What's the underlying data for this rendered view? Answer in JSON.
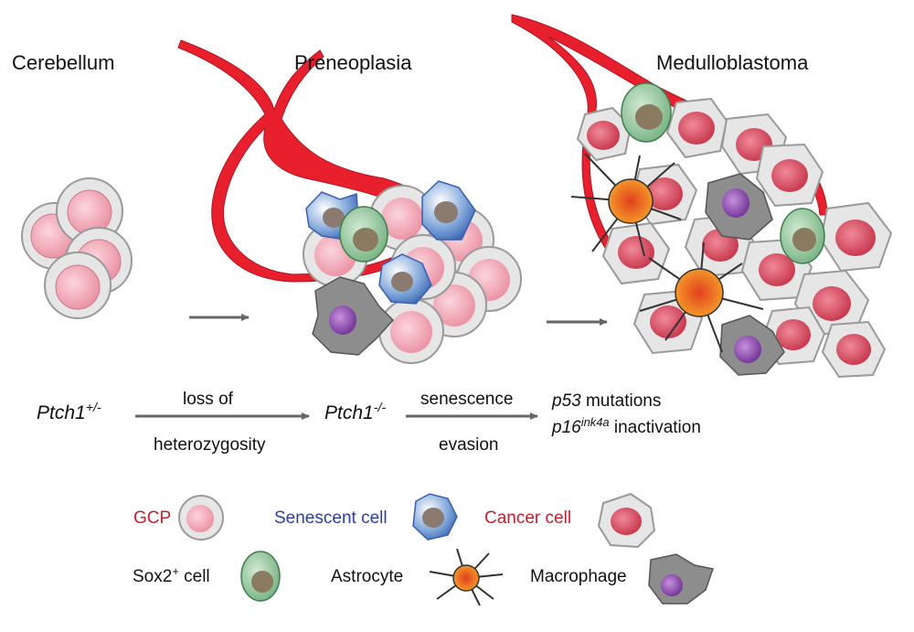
{
  "stages": {
    "cerebellum": "Cerebellum",
    "preneoplasia": "Preneoplasia",
    "medulloblastoma": "Medulloblastoma"
  },
  "genotypes": {
    "g1_base": "Ptch1",
    "g1_sup": "+/-",
    "g2_base": "Ptch1",
    "g2_sup": "-/-"
  },
  "steps": {
    "step1_top": "loss of",
    "step1_bottom": "heterozygosity",
    "step2_top": "senescence",
    "step2_bottom": "evasion"
  },
  "results": {
    "line1_gene": "p53",
    "line1_text": " mutations",
    "line2_gene": "p16",
    "line2_sup": "ink4a",
    "line2_text": " inactivation"
  },
  "legend": {
    "gcp": "GCP",
    "senescent": "Senescent cell",
    "cancer": "Cancer cell",
    "sox2_base": "Sox2",
    "sox2_sup": "+",
    "sox2_tail": " cell",
    "astrocyte": "Astrocyte",
    "macrophage": "Macrophage"
  },
  "colors": {
    "vessel": "#e8202e",
    "gcp_nucleus": "#f0a3b1",
    "cancer_nucleus": "#d8505f",
    "senescent": "#3c69b8",
    "sox2": "#8fc49a",
    "astrocyte": "#f5a623",
    "macrophage": "#8a3fa8",
    "arrow": "#666666",
    "label_red": "#c4202f",
    "label_blue": "#2a3f9e"
  }
}
